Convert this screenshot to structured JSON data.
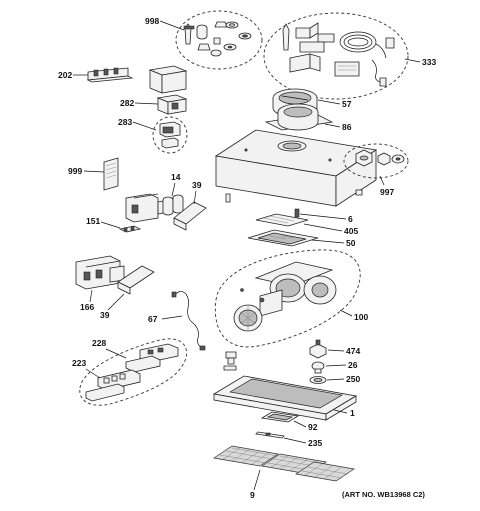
{
  "callouts": {
    "c998": "998",
    "c333": "333",
    "c202": "202",
    "c57": "57",
    "c282": "282",
    "c86": "86",
    "c283": "283",
    "c999": "999",
    "c14": "14",
    "c39a": "39",
    "c997": "997",
    "c151": "151",
    "c6": "6",
    "c405": "405",
    "c50": "50",
    "c166": "166",
    "c39b": "39",
    "c100": "100",
    "c67": "67",
    "c228": "228",
    "c474": "474",
    "c223": "223",
    "c26": "26",
    "c250": "250",
    "c1": "1",
    "c92": "92",
    "c235": "235",
    "c9": "9"
  },
  "art_number": "(ART NO. WB13968 C2)"
}
